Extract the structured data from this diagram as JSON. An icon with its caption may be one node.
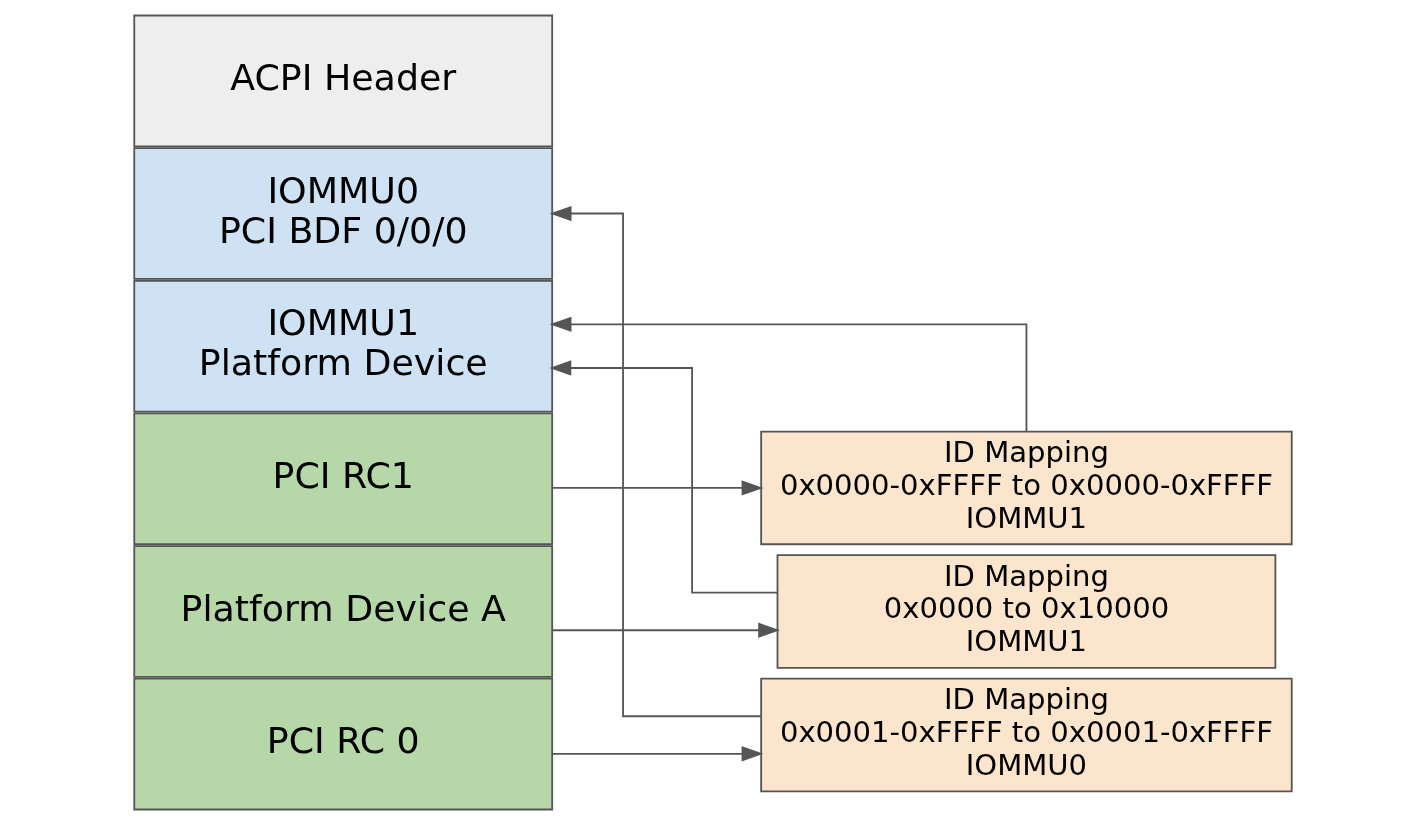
{
  "diagram": {
    "nodes": [
      {
        "text": [
          "ACPI Header"
        ]
      },
      {
        "text": [
          "IOMMU0",
          "PCI BDF 0/0/0"
        ]
      },
      {
        "text": [
          "IOMMU1",
          "Platform Device"
        ]
      },
      {
        "text": [
          "PCI RC1"
        ]
      },
      {
        "text": [
          "Platform Device A"
        ]
      },
      {
        "text": [
          "PCI RC 0"
        ]
      },
      {
        "text": [
          "ID Mapping",
          "0x0000-0xFFFF to 0x0000-0xFFFF",
          "IOMMU1"
        ]
      },
      {
        "text": [
          "ID Mapping",
          "0x0000 to 0x10000",
          "IOMMU1"
        ]
      },
      {
        "text": [
          "ID Mapping",
          "0x0001-0xFFFF to 0x0001-0xFFFF",
          "IOMMU0"
        ]
      }
    ],
    "edges": [
      {
        "from": 3,
        "to": 6,
        "arrow": "to"
      },
      {
        "from": 4,
        "to": 7,
        "arrow": "to"
      },
      {
        "from": 5,
        "to": 8,
        "arrow": "to"
      },
      {
        "from": 6,
        "to": 2,
        "arrow": "to"
      },
      {
        "from": 7,
        "to": 2,
        "arrow": "to"
      },
      {
        "from": 8,
        "to": 1,
        "arrow": "to"
      }
    ]
  }
}
